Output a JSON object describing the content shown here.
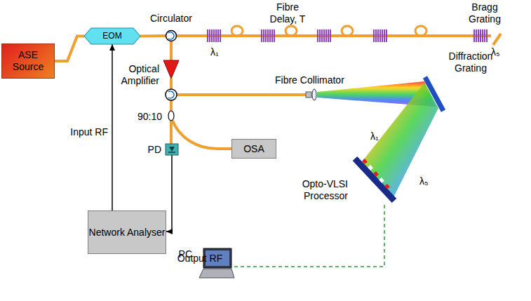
{
  "diagram": {
    "nodes": [
      {
        "text": [
          "ASE Source"
        ]
      },
      {
        "text": [
          "EOM"
        ]
      },
      {
        "text": [
          "Circulator"
        ]
      },
      {
        "text": [
          "Optical Amplifier"
        ]
      },
      {
        "text": [
          "Network Analyser"
        ]
      },
      {
        "text": [
          "OSA"
        ]
      },
      {
        "text": [
          "PD"
        ]
      },
      {
        "text": [
          "Opto-VLSI Processor"
        ]
      },
      {
        "text": [
          "PC"
        ]
      }
    ],
    "edges": [
      {
        "from": 0,
        "to": 1,
        "arrow": "none"
      },
      {
        "from": 1,
        "to": 2,
        "arrow": "none"
      },
      {
        "from": 2,
        "to": 3,
        "arrow": "none"
      },
      {
        "from": 4,
        "to": 1,
        "label": "Input RF",
        "arrow": "to"
      },
      {
        "from": 6,
        "to": 4,
        "label": "Output RF",
        "arrow": "to"
      },
      {
        "from": 8,
        "to": 7,
        "arrow": "none"
      }
    ],
    "labels": [
      "Fibre Delay, T",
      "Bragg Grating",
      "λ₁",
      "λ₅",
      "Fibre Collimator",
      "Diffraction Grating",
      "λ₁",
      "λ₅",
      "90:10"
    ]
  }
}
